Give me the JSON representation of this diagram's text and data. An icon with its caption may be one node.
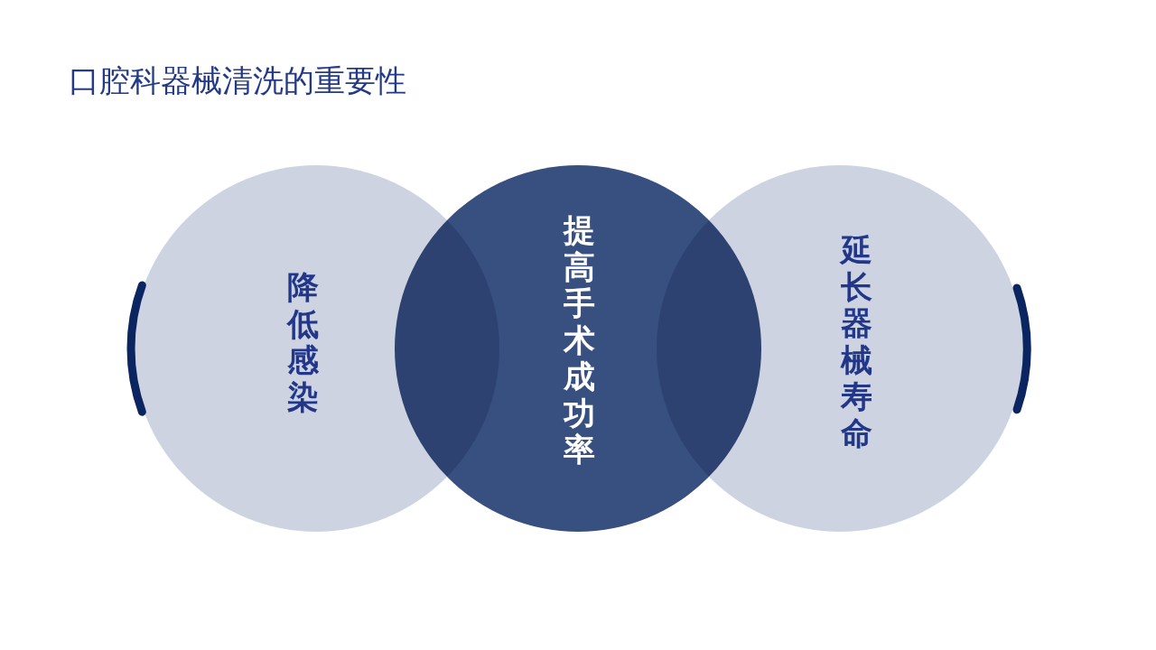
{
  "diagram": {
    "title": "口腔科器械清洗的重要性",
    "nodes": [
      {
        "text": [
          "降低感染"
        ]
      },
      {
        "text": [
          "提高手术成功率"
        ]
      },
      {
        "text": [
          "延长器械寿命"
        ]
      }
    ]
  }
}
